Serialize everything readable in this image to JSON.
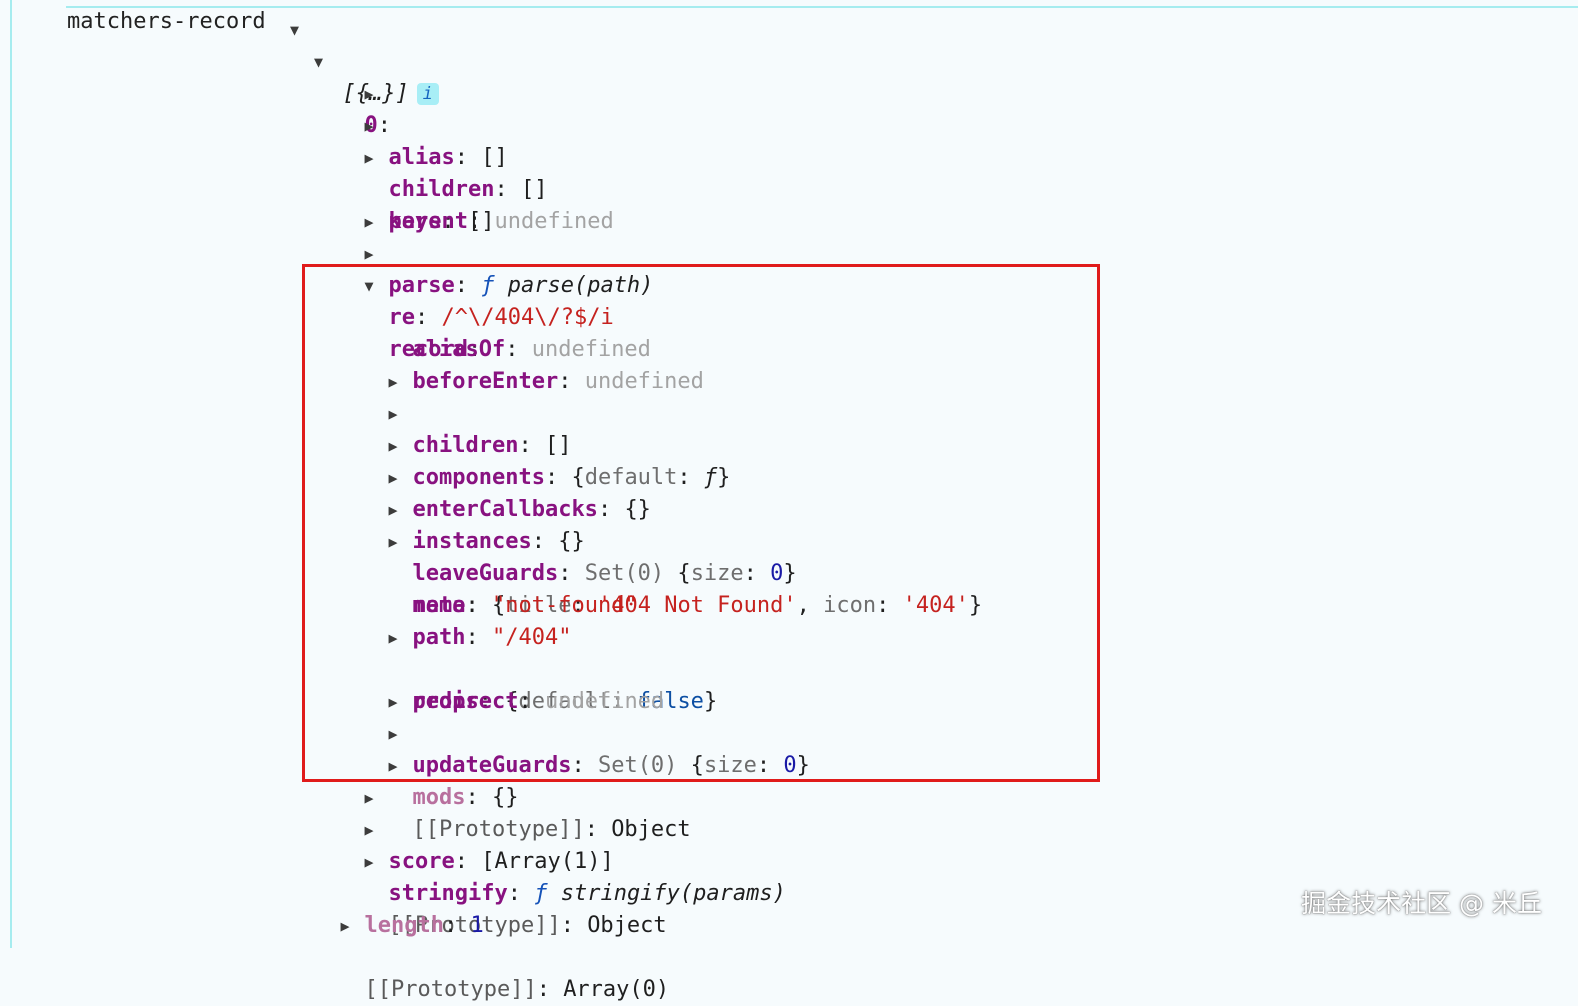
{
  "panel": {
    "label": "matchers-record",
    "root_summary": "[{…}]",
    "info_badge": "i"
  },
  "tree": {
    "r0": {
      "key": "0",
      "sep": ":"
    },
    "alias": {
      "key": "alias",
      "sep": ": ",
      "value": "[]"
    },
    "children": {
      "key": "children",
      "sep": ": ",
      "value": "[]"
    },
    "keys": {
      "key": "keys",
      "sep": ": ",
      "value": "[]"
    },
    "parent": {
      "key": "parent",
      "sep": ": ",
      "value": "undefined"
    },
    "parse": {
      "key": "parse",
      "sep": ": ",
      "f": "ƒ",
      "value": " parse(path)"
    },
    "re": {
      "key": "re",
      "sep": ": ",
      "value": "/^\\/404\\/?$/i"
    },
    "record": {
      "key": "record",
      "sep": ":"
    },
    "aliasOf": {
      "key": "aliasOf",
      "sep": ": ",
      "value": "undefined"
    },
    "beforeEnter": {
      "key": "beforeEnter",
      "sep": ": ",
      "value": "undefined"
    },
    "rec_children": {
      "key": "children",
      "sep": ": ",
      "value": "[]"
    },
    "components": {
      "key": "components",
      "sep": ": ",
      "open": "{",
      "k1": "default",
      "c1": ": ",
      "f": "ƒ",
      "close": "}"
    },
    "enterCallbacks": {
      "key": "enterCallbacks",
      "sep": ": ",
      "value": "{}"
    },
    "instances": {
      "key": "instances",
      "sep": ": ",
      "value": "{}"
    },
    "leaveGuards": {
      "key": "leaveGuards",
      "sep": ": ",
      "set": "Set(0)",
      "open": " {",
      "k1": "size",
      "c1": ": ",
      "v1": "0",
      "close": "}"
    },
    "meta": {
      "key": "meta",
      "sep": ": ",
      "open": "{",
      "k1": "title",
      "c1": ": ",
      "v1": "'404 Not Found'",
      "comma": ", ",
      "k2": "icon",
      "c2": ": ",
      "v2": "'404'",
      "close": "}"
    },
    "name": {
      "key": "name",
      "sep": ": ",
      "value": "\"not-found\""
    },
    "path": {
      "key": "path",
      "sep": ": ",
      "value": "\"/404\""
    },
    "props": {
      "key": "props",
      "sep": ": ",
      "open": "{",
      "k1": "default",
      "c1": ": ",
      "v1": "false",
      "close": "}"
    },
    "redirect": {
      "key": "redirect",
      "sep": ": ",
      "value": "undefined"
    },
    "updateGuards": {
      "key": "updateGuards",
      "sep": ": ",
      "set": "Set(0)",
      "open": " {",
      "k1": "size",
      "c1": ": ",
      "v1": "0",
      "close": "}"
    },
    "mods": {
      "key": "mods",
      "sep": ": ",
      "value": "{}"
    },
    "rec_proto": {
      "key": "[[Prototype]]",
      "sep": ": ",
      "value": "Object"
    },
    "score": {
      "key": "score",
      "sep": ": ",
      "value": "[Array(1)]"
    },
    "stringify": {
      "key": "stringify",
      "sep": ": ",
      "f": "ƒ",
      "value": " stringify(params)"
    },
    "obj_proto": {
      "key": "[[Prototype]]",
      "sep": ": ",
      "value": "Object"
    },
    "length": {
      "key": "length",
      "sep": ": ",
      "value": "1"
    },
    "arr_proto": {
      "key": "[[Prototype]]",
      "sep": ": ",
      "value": "Array(0)"
    }
  },
  "icons": {
    "expanded": "▼",
    "collapsed": "▶"
  },
  "colors": {
    "key": "#881280",
    "string": "#c5221f",
    "number": "#1a1aa6",
    "undefined": "#a3a3a3",
    "highlight": "#e01b1b"
  },
  "watermark": "掘金技术社区 @ 米丘"
}
